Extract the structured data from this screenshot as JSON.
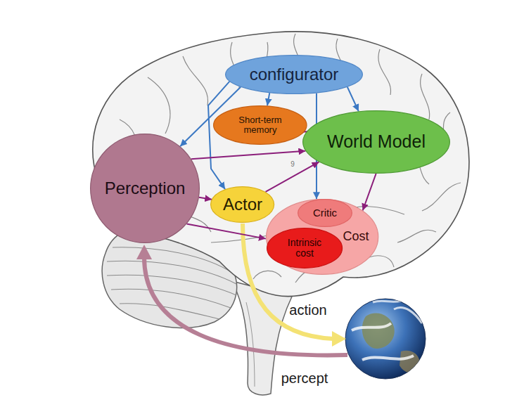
{
  "diagram": {
    "nodes": [
      {
        "text": [
          "configurator"
        ]
      },
      {
        "text": [
          "Short-term memory"
        ]
      },
      {
        "text": [
          "World Model"
        ]
      },
      {
        "text": [
          "Perception"
        ]
      },
      {
        "text": [
          "Actor"
        ]
      },
      {
        "text": [
          "Cost"
        ]
      },
      {
        "text": [
          "Critic"
        ],
        "in": 5
      },
      {
        "text": [
          "Intrinsic cost"
        ],
        "in": 5
      }
    ],
    "edges": [
      {
        "from": 0,
        "to": 3,
        "arrow": "to"
      },
      {
        "from": 0,
        "to": 1,
        "arrow": "to"
      },
      {
        "from": 0,
        "to": 2,
        "arrow": "to"
      },
      {
        "from": 0,
        "to": 4,
        "arrow": "to"
      },
      {
        "from": 0,
        "to": 5,
        "arrow": "to"
      },
      {
        "from": 1,
        "to": 2,
        "arrow": "both"
      },
      {
        "from": 3,
        "to": 2,
        "arrow": "to"
      },
      {
        "from": 3,
        "to": 4,
        "arrow": "to"
      },
      {
        "from": 3,
        "to": 5,
        "arrow": "to"
      },
      {
        "from": 4,
        "to": 2,
        "arrow": "to"
      },
      {
        "from": 2,
        "to": 5,
        "arrow": "to"
      }
    ],
    "labels": [
      "action",
      "percept",
      "9"
    ]
  }
}
